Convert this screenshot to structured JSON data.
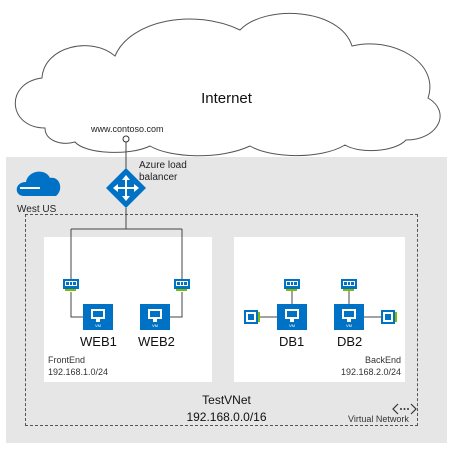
{
  "internet": {
    "label": "Internet"
  },
  "endpoint": {
    "url": "www.contoso.com"
  },
  "load_balancer": {
    "label_line1": "Azure load",
    "label_line2": "balancer"
  },
  "region": {
    "label": "West US"
  },
  "vnet": {
    "name": "TestVNet",
    "address": "192.168.0.0/16",
    "tag": "Virtual Network"
  },
  "subnets": {
    "front": {
      "name": "FrontEnd",
      "address": "192.168.1.0/24"
    },
    "back": {
      "name": "BackEnd",
      "address": "192.168.2.0/24"
    }
  },
  "vms": {
    "web1": "WEB1",
    "web2": "WEB2",
    "db1": "DB1",
    "db2": "DB2"
  },
  "colors": {
    "azure_blue": "#0072c6",
    "nic_green": "#7fba00",
    "region_gray": "#e6e6e6"
  }
}
